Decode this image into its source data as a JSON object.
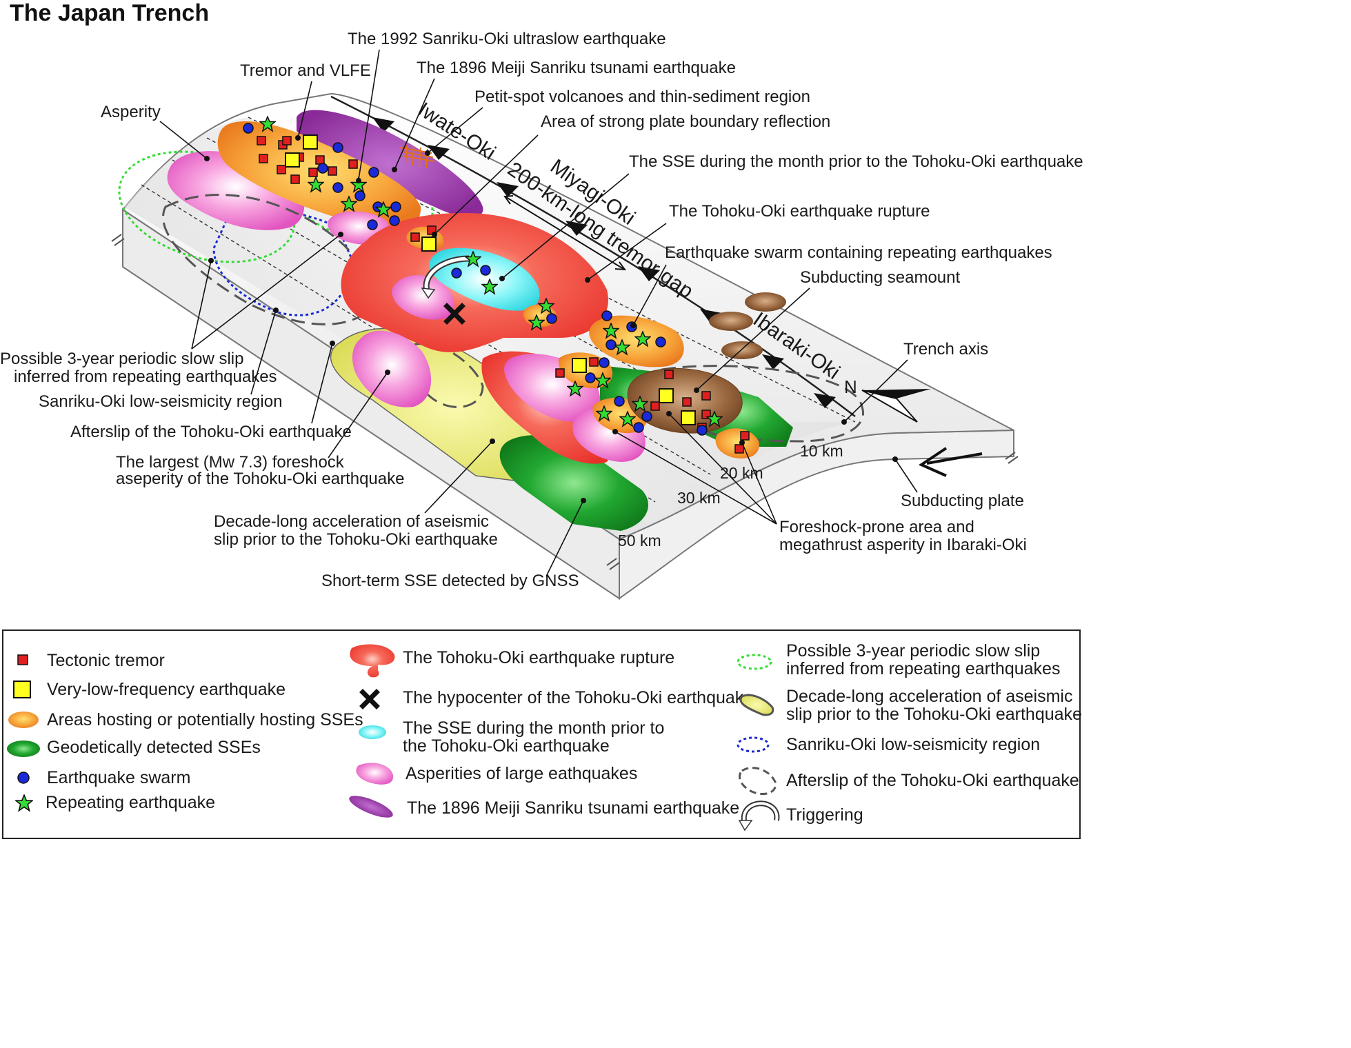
{
  "title": "The Japan Trench",
  "annotations": {
    "ultraslow": "The 1992 Sanriku-Oki ultraslow earthquake",
    "tremor_vlfe": "Tremor and VLFE",
    "meiji": "The 1896 Meiji Sanriku tsunami earthquake",
    "asperity": "Asperity",
    "petit_spot": "Petit-spot volcanoes and thin-sediment region",
    "reflection": "Area of strong plate boundary reflection",
    "sse_month": "The SSE during the month prior to the Tohoku-Oki earthquake",
    "rupture": "The Tohoku-Oki earthquake rupture",
    "swarm_repeating": "Earthquake swarm containing repeating earthquakes",
    "seamount": "Subducting seamount",
    "trench_axis": "Trench axis",
    "periodic_1": "Possible 3-year periodic slow slip",
    "periodic_2": "inferred from repeating earthquakes",
    "low_seis": "Sanriku-Oki low-seismicity region",
    "afterslip": "Afterslip of the Tohoku-Oki earthquake",
    "foreshock_1": "The largest (Mw 7.3) foreshock",
    "foreshock_2": "aseperity of the Tohoku-Oki earthquake",
    "decade_1": "Decade-long acceleration of aseismic",
    "decade_2": "slip prior to the Tohoku-Oki earthquake",
    "short_term": "Short-term SSE detected by GNSS",
    "foreshock_prone_1": "Foreshock-prone area and",
    "foreshock_prone_2": "megathrust asperity in Ibaraki-Oki",
    "subducting_plate": "Subducting plate",
    "north": "N"
  },
  "regions": {
    "iwate": "Iwate-Oki",
    "miyagi": "Miyagi-Oki",
    "tremor_gap": "200-km-long tremor gap",
    "ibaraki": "Ibaraki-Oki"
  },
  "depths": [
    "10 km",
    "20 km",
    "30 km",
    "50 km"
  ],
  "legend": {
    "col1": [
      "Tectonic tremor",
      "Very-low-frequency earthquake",
      "Areas hosting or potentially hosting SSEs",
      "Geodetically detected SSEs",
      "Earthquake swarm",
      "Repeating earthquake"
    ],
    "col2": [
      "The Tohoku-Oki earthquake rupture",
      "The hypocenter of the Tohoku-Oki earthquake",
      "The SSE during the month prior to",
      "the Tohoku-Oki earthquake",
      "Asperities of large eathquakes",
      "The 1896 Meiji Sanriku tsunami earthquake"
    ],
    "col3": [
      "Possible 3-year periodic slow slip",
      "inferred from repeating earthquakes",
      "Decade-long acceleration of aseismic",
      "slip prior to the Tohoku-Oki earthquake",
      "Sanriku-Oki low-seismicity region",
      "Afterslip of the Tohoku-Oki earthquake",
      "Triggering"
    ]
  },
  "colors": {
    "tremor": "#e02020",
    "vlfe": "#ffff20",
    "sse_orange": "#f39a2e",
    "geodetic_green": "#1a9a2a",
    "swarm_blue": "#1a2ad8",
    "repeating_green": "#33dd33",
    "rupture_red": "#f0453a",
    "sse_cyan": "#55ecf0",
    "asperity_pink": "#f07ad0",
    "meiji_purple": "#9a38a8",
    "decade_yellow": "#e8e870",
    "seamount_brown": "#8a5a30"
  }
}
